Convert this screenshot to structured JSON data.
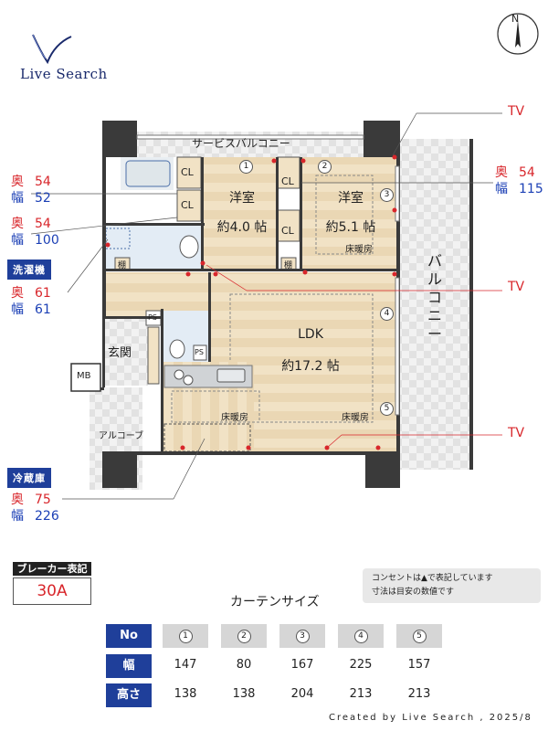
{
  "logo": {
    "text": "Live Search"
  },
  "compass": {
    "letter": "N"
  },
  "measurements": {
    "left": [
      {
        "depth_label": "奥",
        "depth": "54",
        "width_label": "幅",
        "width": "52"
      },
      {
        "depth_label": "奥",
        "depth": "54",
        "width_label": "幅",
        "width": "100"
      },
      {
        "title": "洗濯機",
        "depth_label": "奥",
        "depth": "61",
        "width_label": "幅",
        "width": "61"
      },
      {
        "title": "冷蔵庫",
        "depth_label": "奥",
        "depth": "75",
        "width_label": "幅",
        "width": "226"
      }
    ],
    "right": {
      "depth_label": "奥",
      "depth": "54",
      "width_label": "幅",
      "width": "115"
    }
  },
  "tv_labels": [
    "TV",
    "TV",
    "TV"
  ],
  "rooms": {
    "service_balcony": "サービスバルコニー",
    "room1_name": "洋室",
    "room1_size": "約4.0 帖",
    "room2_name": "洋室",
    "room2_size": "約5.1 帖",
    "ldk_name": "LDK",
    "ldk_size": "約17.2 帖",
    "balcony": "バルコニー",
    "entrance": "玄関",
    "alcove": "アルコーブ",
    "mb": "MB",
    "cl": "CL",
    "ps": "PS",
    "tana": "棚",
    "floor_heating": "床暖房"
  },
  "window_numbers": [
    "1",
    "2",
    "3",
    "4",
    "5"
  ],
  "breaker": {
    "header": "ブレーカー表記",
    "value": "30A"
  },
  "note": {
    "line1": "コンセントは▲で表記しています",
    "line2": "寸法は目安の数値です"
  },
  "curtain": {
    "title": "カーテンサイズ",
    "row_labels": [
      "No",
      "幅",
      "高さ"
    ],
    "numbers": [
      "1",
      "2",
      "3",
      "4",
      "5"
    ],
    "widths": [
      "147",
      "80",
      "167",
      "225",
      "157"
    ],
    "heights": [
      "138",
      "138",
      "204",
      "213",
      "213"
    ]
  },
  "footer": "Created by Live Search , 2025/8",
  "colors": {
    "accent_red": "#d8262b",
    "accent_blue": "#1b3fb5",
    "header_navy": "#1f3f9a",
    "wall": "#3a3a3a",
    "wood": "#e9d6b4"
  }
}
